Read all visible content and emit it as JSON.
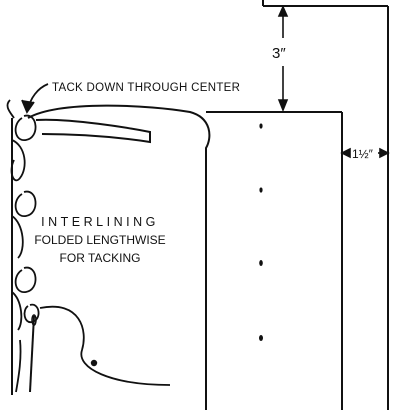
{
  "labels": {
    "tack_instruction": "TACK DOWN THROUGH CENTER",
    "top_dimension": "3″",
    "side_dimension": "1½″",
    "interlining_line1": "INTERLINING",
    "interlining_line2": "FOLDED LENGTHWISE",
    "interlining_line3": "FOR TACKING"
  },
  "colors": {
    "ink": "#111111",
    "paper": "#ffffff"
  }
}
